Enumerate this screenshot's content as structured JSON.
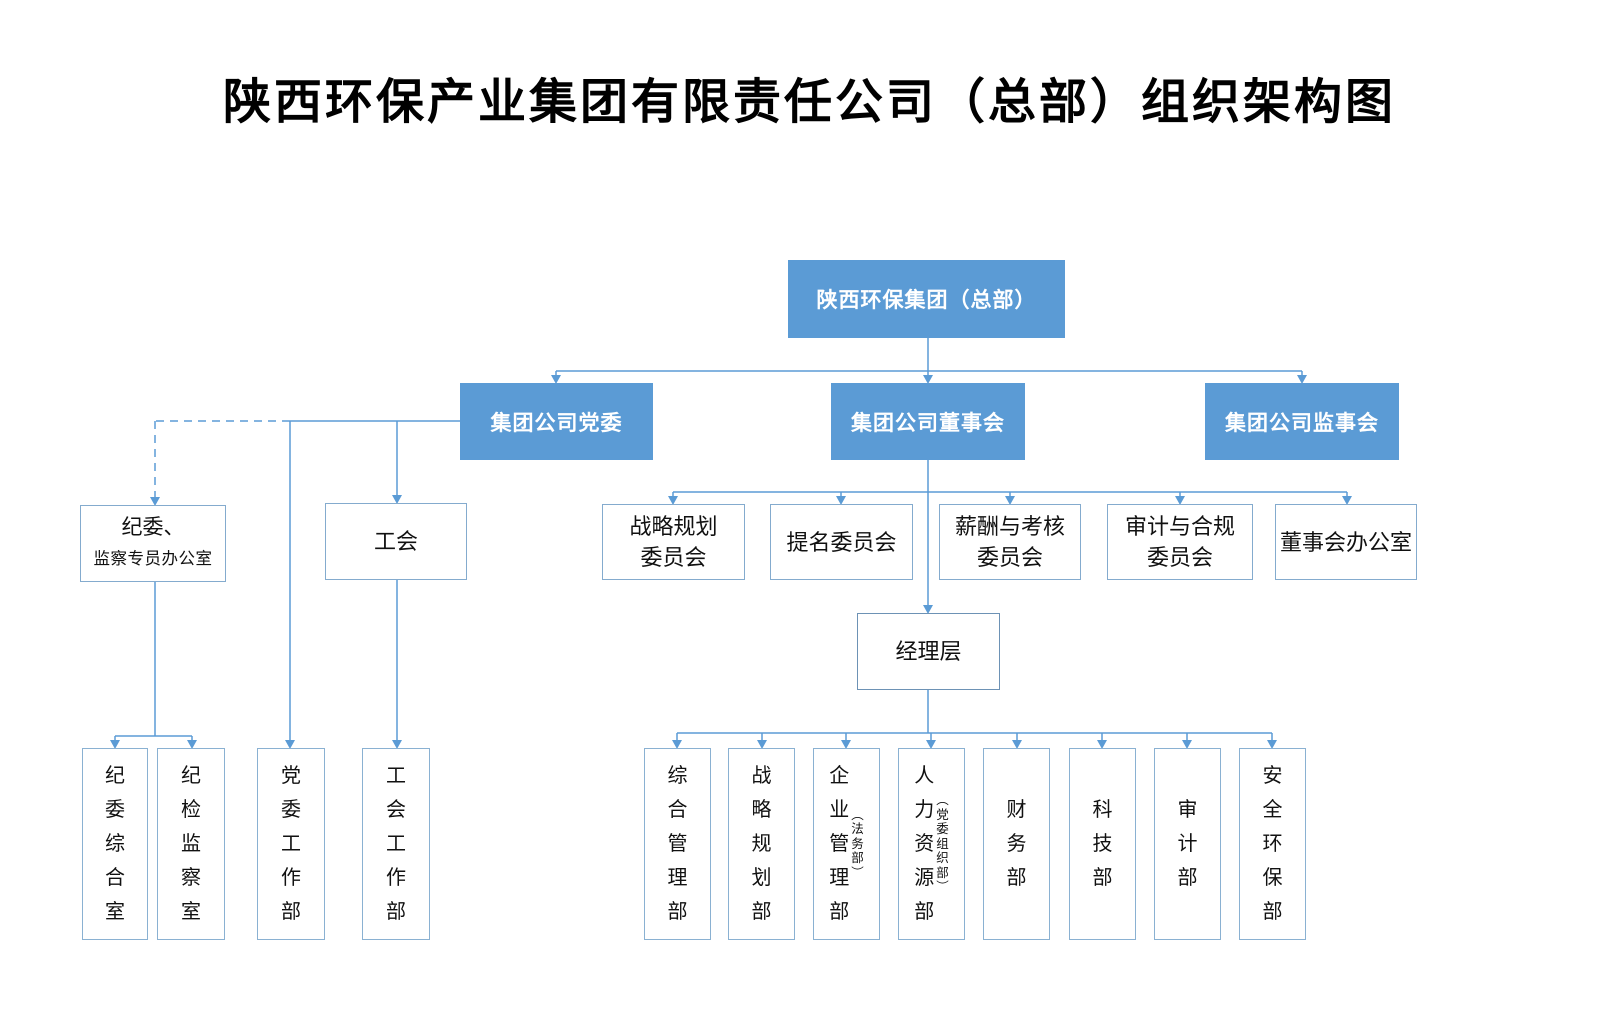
{
  "title": "陕西环保产业集团有限责任公司（总部）组织架构图",
  "colors": {
    "accent_fill": "#5B9BD5",
    "accent_text": "#FFFFFF",
    "connector_line": "#5B9BD5",
    "white_box_border": "#84ABCE",
    "text": "#111111"
  },
  "org": {
    "root": {
      "label": "陕西环保集团（总部）"
    },
    "level2": [
      {
        "label": "集团公司党委"
      },
      {
        "label": "集团公司董事会"
      },
      {
        "label": "集团公司监事会"
      }
    ],
    "discipline_office": {
      "line1": "纪委、",
      "line2": "监察专员办公室"
    },
    "labor_union": {
      "label": "工会"
    },
    "committees": [
      {
        "label": [
          "战略规划",
          "委员会"
        ]
      },
      {
        "label": [
          "提名委员会"
        ]
      },
      {
        "label": [
          "薪酬与考核",
          "委员会"
        ]
      },
      {
        "label": [
          "审计与合规",
          "委员会"
        ]
      },
      {
        "label": [
          "董事会办公室"
        ]
      }
    ],
    "management": {
      "label": "经理层"
    },
    "party_departments": [
      "纪委综合室",
      "纪检监察室",
      "党委工作部",
      "工会工作部"
    ],
    "departments": [
      {
        "label": "综合管理部"
      },
      {
        "label": "战略规划部"
      },
      {
        "label": "企业管理部",
        "sub": "（法务部）"
      },
      {
        "label": "人力资源部",
        "sub": "（党委组织部）"
      },
      {
        "label": "财务部"
      },
      {
        "label": "科技部"
      },
      {
        "label": "审计部"
      },
      {
        "label": "安全环保部"
      }
    ]
  }
}
